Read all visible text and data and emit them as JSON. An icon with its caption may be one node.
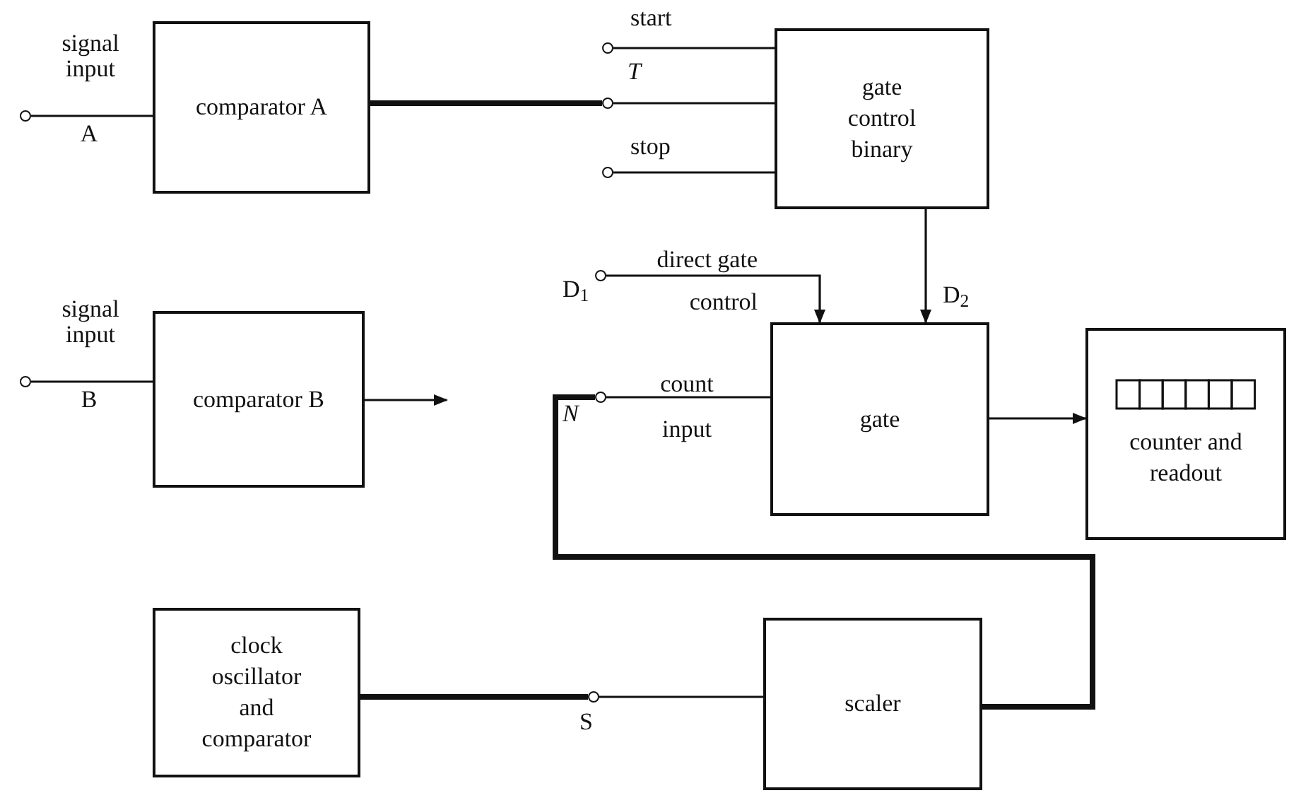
{
  "diagram": {
    "nodes": [
      {
        "text": [],
        "shape": "circle",
        "beside": [
          "signal input",
          "A"
        ]
      },
      {
        "text": [
          "comparator A"
        ]
      },
      {
        "text": [],
        "shape": "circle",
        "beside": [
          "T"
        ]
      },
      {
        "text": [],
        "shape": "circle",
        "beside": [
          "start"
        ]
      },
      {
        "text": [],
        "shape": "circle",
        "beside": [
          "stop"
        ]
      },
      {
        "text": [
          "gate control binary"
        ]
      },
      {
        "text": [],
        "shape": "circle",
        "beside": [
          "D$_{1}$"
        ]
      },
      {
        "text": [],
        "shape": "circle",
        "beside": [
          "signal input",
          "B"
        ]
      },
      {
        "text": [
          "comparator B"
        ]
      },
      {
        "text": [],
        "shape": "circle",
        "beside": [
          "count input",
          "N"
        ]
      },
      {
        "text": [
          "gate"
        ]
      },
      {
        "text": [
          "counter and readout"
        ]
      },
      {
        "text": [
          "clock oscillator and comparator"
        ]
      },
      {
        "text": [],
        "shape": "circle",
        "beside": [
          "S"
        ]
      },
      {
        "text": [
          "scaler"
        ]
      }
    ],
    "edges": [
      {
        "from": 0,
        "to": 1,
        "arrow": "none"
      },
      {
        "from": 1,
        "to": 2,
        "arrow": "none",
        "style": "thick"
      },
      {
        "from": 3,
        "to": 5,
        "arrow": "none"
      },
      {
        "from": 2,
        "to": 5,
        "arrow": "none"
      },
      {
        "from": 4,
        "to": 5,
        "arrow": "none"
      },
      {
        "from": 5,
        "to": 10,
        "arrow": "to",
        "label": "D$_{2}$"
      },
      {
        "from": 6,
        "to": 10,
        "arrow": "to"
      },
      {
        "from": 7,
        "to": 8,
        "arrow": "none"
      },
      {
        "from": 8,
        "to": null,
        "arrow": "to"
      },
      {
        "from": 9,
        "to": 10,
        "arrow": "none"
      },
      {
        "from": 10,
        "to": 11,
        "arrow": "to"
      },
      {
        "from": 12,
        "to": 13,
        "arrow": "none",
        "style": "thick"
      },
      {
        "from": 13,
        "to": 14,
        "arrow": "none"
      },
      {
        "from": 14,
        "to": 9,
        "arrow": "none",
        "style": "thick"
      }
    ],
    "labels": [
      "direct gate control"
    ]
  }
}
